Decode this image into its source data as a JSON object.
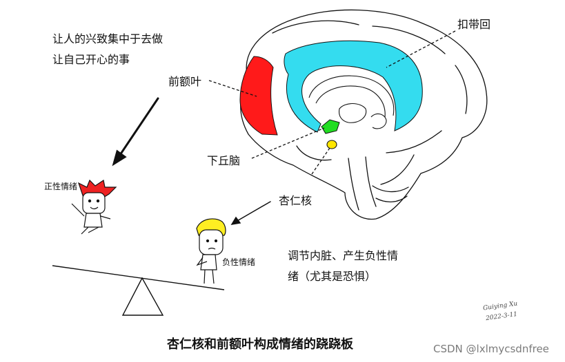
{
  "notes": {
    "line1": "让人的兴致集中于去做",
    "line2": "让自己开心的事"
  },
  "labels": {
    "cingulate": "扣带回",
    "prefrontal": "前额叶",
    "hypothalamus": "下丘脑",
    "amygdala": "杏仁核"
  },
  "characters": {
    "positive": "正性情绪",
    "negative": "负性情绪"
  },
  "description": {
    "line1": "调节内脏、产生负性情",
    "line2": "绪（尤其是恐惧）"
  },
  "caption": "杏仁核和前额叶构成情绪的跷跷板",
  "watermark": "CSDN @lxlmycsdnfree",
  "signature": {
    "name": "Guiying Xu",
    "date": "2022-3-11"
  },
  "colors": {
    "prefrontal": "#ff1a1a",
    "cingulate": "#34dcef",
    "hypothalamus": "#22dd22",
    "amygdala": "#ffe600",
    "red_hair": "#ee2222",
    "yellow_hair": "#ffee22"
  }
}
